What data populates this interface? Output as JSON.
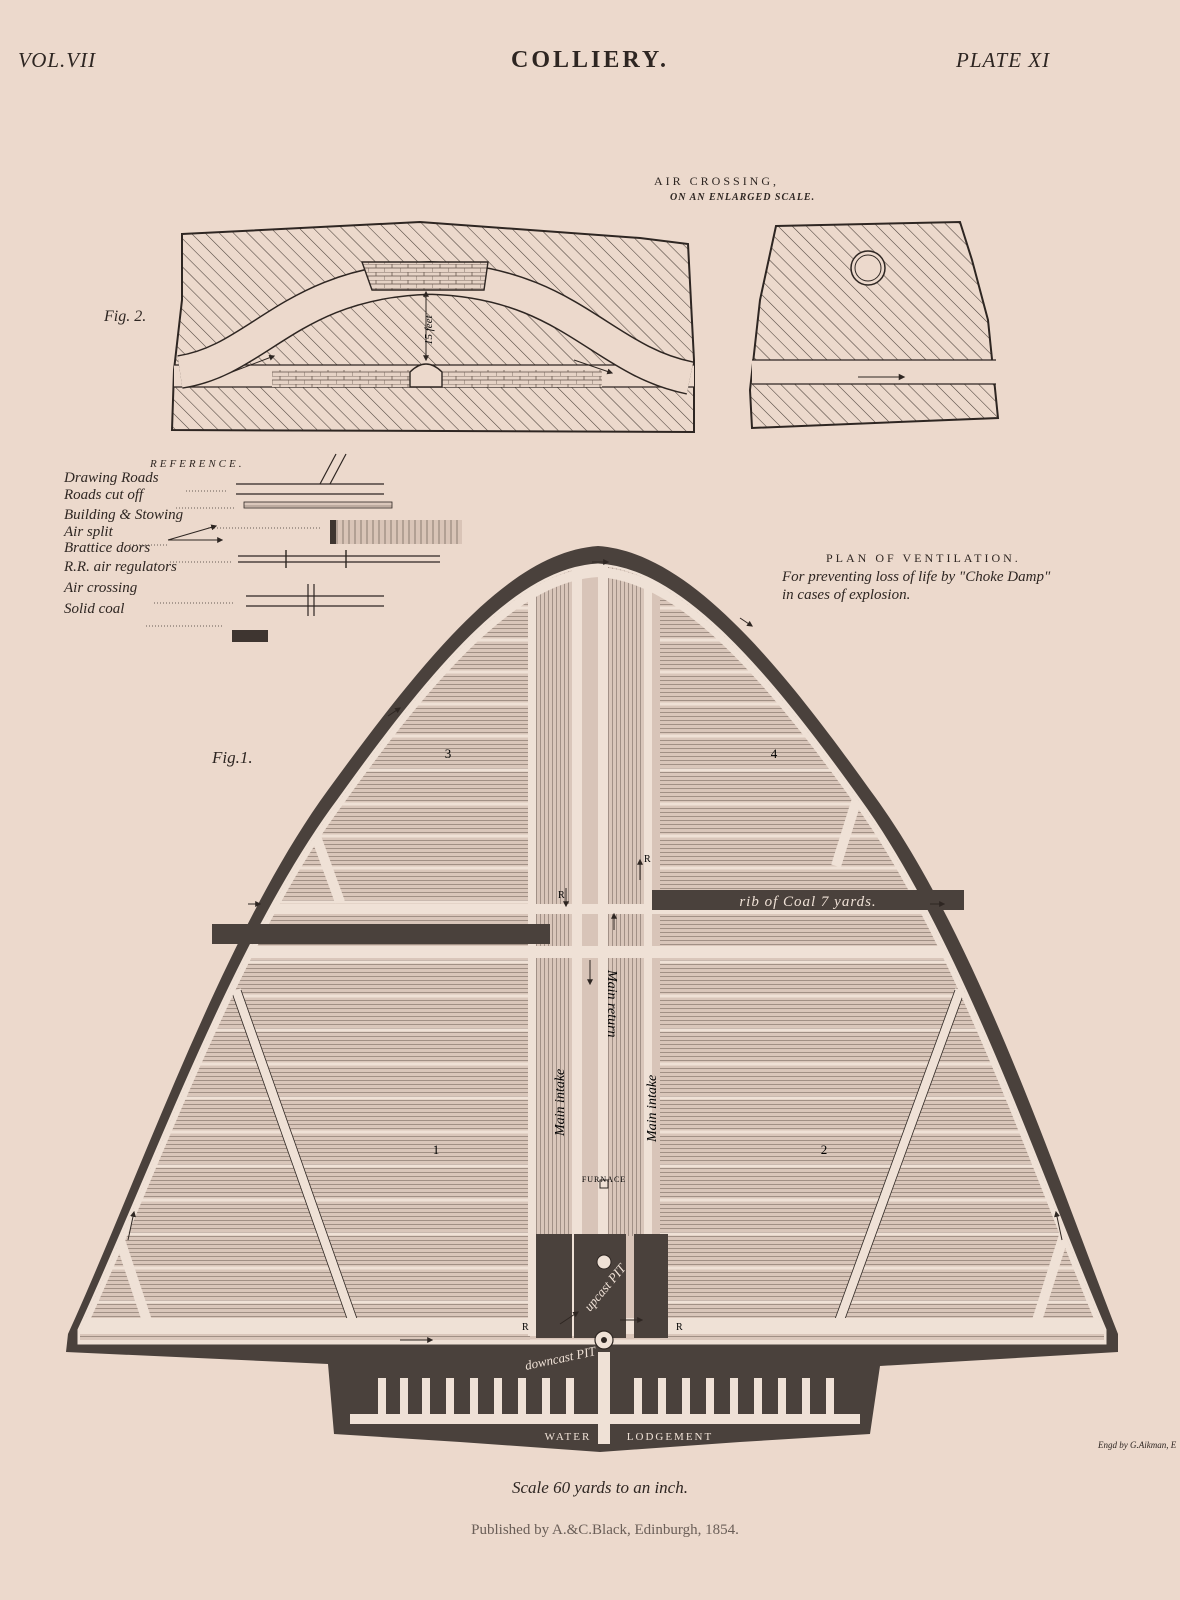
{
  "header": {
    "volume": "VOL.VII",
    "title": "COLLIERY.",
    "plate": "PLATE XI"
  },
  "air_crossing": {
    "title": "AIR CROSSING,",
    "subtitle": "ON AN ENLARGED SCALE.",
    "fig_label": "Fig. 2.",
    "height_label": "15 feet"
  },
  "reference": {
    "heading": "REFERENCE.",
    "items": [
      {
        "label": "Drawing Roads"
      },
      {
        "label": "Roads cut off"
      },
      {
        "label": "Building & Stowing"
      },
      {
        "label": "Air split"
      },
      {
        "label": "Brattice doors"
      },
      {
        "label": "R.R. air regulators"
      },
      {
        "label": "Air crossing"
      },
      {
        "label": "Solid coal"
      }
    ]
  },
  "plan": {
    "title": "PLAN OF VENTILATION.",
    "subtitle_line1": "For preventing loss of life by \"Choke Damp\"",
    "subtitle_line2": "in cases of explosion.",
    "fig_label": "Fig.1.",
    "panel_labels": [
      "1",
      "2",
      "3",
      "4"
    ],
    "rib_label": "rib of Coal 7 yards.",
    "main_intake": "Main intake",
    "main_return": "Main return",
    "furnace": "FURNACE",
    "upcast": "upcast PIT",
    "downcast": "downcast PIT",
    "regulator": "R",
    "water": "WATER",
    "lodgement": "LODGEMENT"
  },
  "footer": {
    "scale": "Scale 60 yards to an inch.",
    "publisher": "Published by A.&C.Black, Edinburgh, 1854.",
    "engraver": "Engd by G.Aikman, E"
  },
  "colors": {
    "paper": "#ecd9cc",
    "ink": "#2e2622",
    "coal": "#4a413c",
    "road": "#f1e3d8"
  }
}
